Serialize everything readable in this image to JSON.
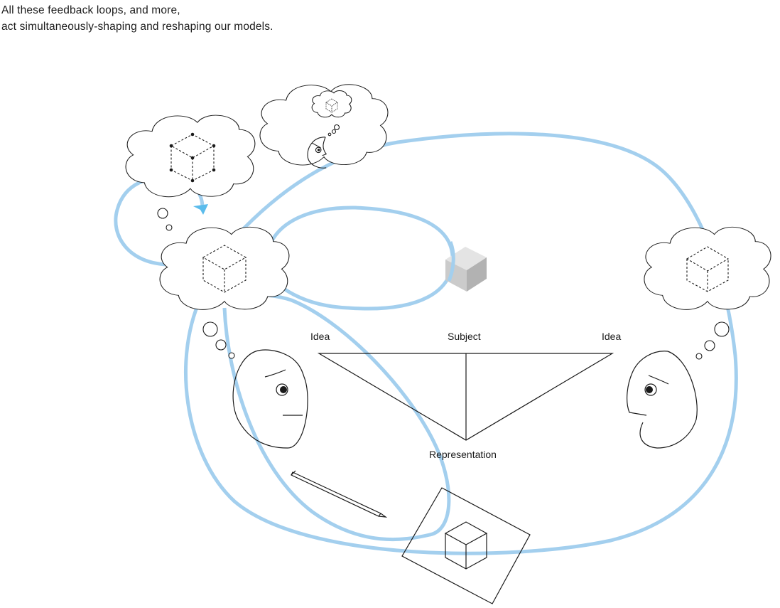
{
  "caption": {
    "line1": "All these feedback loops, and more,",
    "line2": "act simultaneously-shaping and reshaping our models."
  },
  "labels": {
    "idea_left": "Idea",
    "subject": "Subject",
    "idea_right": "Idea",
    "representation": "Representation"
  },
  "colors": {
    "loop": "#a3cfee",
    "arrow": "#5bbcec",
    "ink": "#1a1a1a",
    "subject_cube": [
      "#e4e4e4",
      "#cbcbcb",
      "#b2b2b2"
    ]
  },
  "icons": [
    "thought-cloud",
    "dashed-cube",
    "face-profile",
    "pencil",
    "paper-sheet",
    "solid-cube",
    "arrowhead"
  ]
}
